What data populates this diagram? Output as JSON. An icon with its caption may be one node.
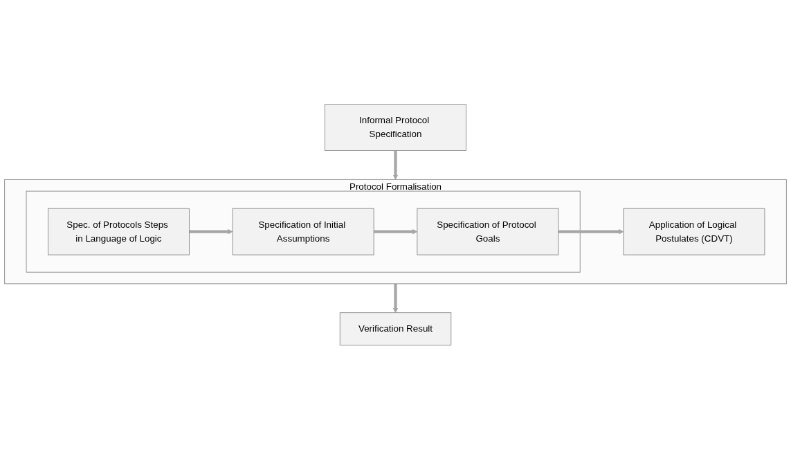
{
  "diagram": {
    "nodes": [
      {
        "text": [
          "Informal Protocol Specification"
        ]
      },
      {
        "text": [
          "Protocol Formalisation"
        ]
      },
      {
        "text": [],
        "shape": "box",
        "in": 1
      },
      {
        "text": [
          "Spec. of Protocols Steps in Language of Logic"
        ],
        "in": 2
      },
      {
        "text": [
          "Specification of Initial Assumptions"
        ],
        "in": 2
      },
      {
        "text": [
          "Specification of Protocol Goals"
        ],
        "in": 2
      },
      {
        "text": [
          "Application of Logical Postulates (CDVT)"
        ],
        "in": 1
      },
      {
        "text": [
          "Verification Result"
        ]
      }
    ],
    "edges": [
      {
        "from": 0,
        "to": 1,
        "arrow": "to"
      },
      {
        "from": 3,
        "to": 4,
        "arrow": "to"
      },
      {
        "from": 4,
        "to": 5,
        "arrow": "to"
      },
      {
        "from": 5,
        "to": 6,
        "arrow": "to"
      },
      {
        "from": 1,
        "to": 7,
        "arrow": "to"
      }
    ]
  }
}
